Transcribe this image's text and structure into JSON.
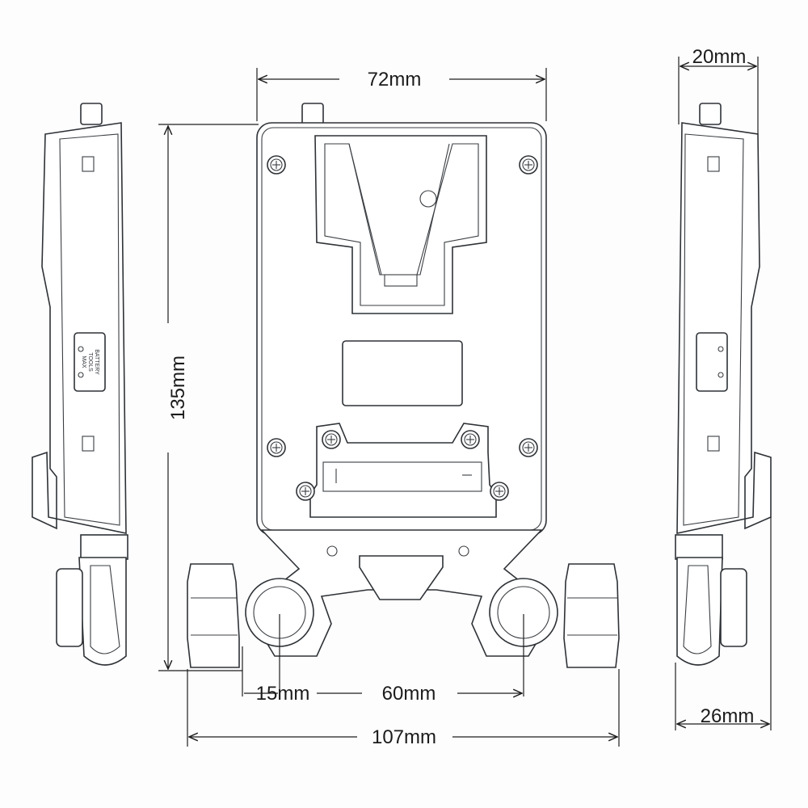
{
  "dimensions": {
    "top_width": "72mm",
    "height": "135mm",
    "rod_diameter": "15mm",
    "rod_spacing": "60mm",
    "total_width": "107mm",
    "side_top": "20mm",
    "side_bottom": "26mm"
  },
  "side_label": {
    "line1": "BATTERY",
    "line2": "TOOLS",
    "line3": "MAX"
  },
  "colors": {
    "line": "#2e3236",
    "background": "#fdfdfe"
  }
}
